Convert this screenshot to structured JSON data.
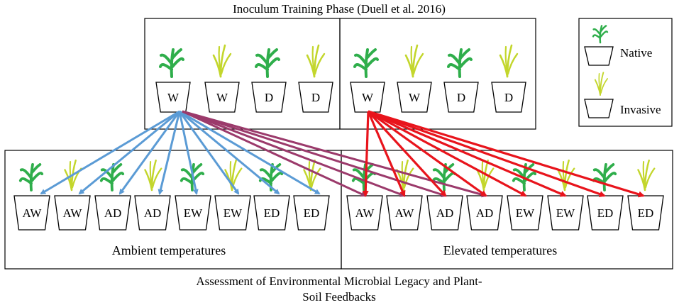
{
  "title": "Inoculum Training Phase (Duell et al. 2016)",
  "colors": {
    "native": "#2fae4b",
    "invasive": "#c3d62c",
    "ambient_arrow": "#5b9bd5",
    "elevated_arrow": "#e8141c",
    "outline": "#000000"
  },
  "training": {
    "left_pots": [
      {
        "label": "W",
        "plant": "native"
      },
      {
        "label": "W",
        "plant": "invasive"
      },
      {
        "label": "D",
        "plant": "native"
      },
      {
        "label": "D",
        "plant": "invasive"
      }
    ],
    "right_pots": [
      {
        "label": "W",
        "plant": "native"
      },
      {
        "label": "W",
        "plant": "invasive"
      },
      {
        "label": "D",
        "plant": "native"
      },
      {
        "label": "D",
        "plant": "invasive"
      }
    ]
  },
  "legend": {
    "native_label": "Native",
    "invasive_label": "Invasive"
  },
  "assessment": {
    "ambient_label": "Ambient temperatures",
    "elevated_label": "Elevated temperatures",
    "ambient_pots": [
      {
        "label": "AW",
        "plant": "native"
      },
      {
        "label": "AW",
        "plant": "invasive"
      },
      {
        "label": "AD",
        "plant": "native"
      },
      {
        "label": "AD",
        "plant": "invasive"
      },
      {
        "label": "EW",
        "plant": "native"
      },
      {
        "label": "EW",
        "plant": "invasive"
      },
      {
        "label": "ED",
        "plant": "native"
      },
      {
        "label": "ED",
        "plant": "invasive"
      }
    ],
    "elevated_pots": [
      {
        "label": "AW",
        "plant": "native"
      },
      {
        "label": "AW",
        "plant": "invasive"
      },
      {
        "label": "AD",
        "plant": "native"
      },
      {
        "label": "AD",
        "plant": "invasive"
      },
      {
        "label": "EW",
        "plant": "native"
      },
      {
        "label": "EW",
        "plant": "invasive"
      },
      {
        "label": "ED",
        "plant": "native"
      },
      {
        "label": "ED",
        "plant": "invasive"
      }
    ]
  },
  "caption": {
    "line1": "Assessment of Environmental Microbial Legacy and Plant-",
    "line2": "Soil Feedbacks"
  }
}
